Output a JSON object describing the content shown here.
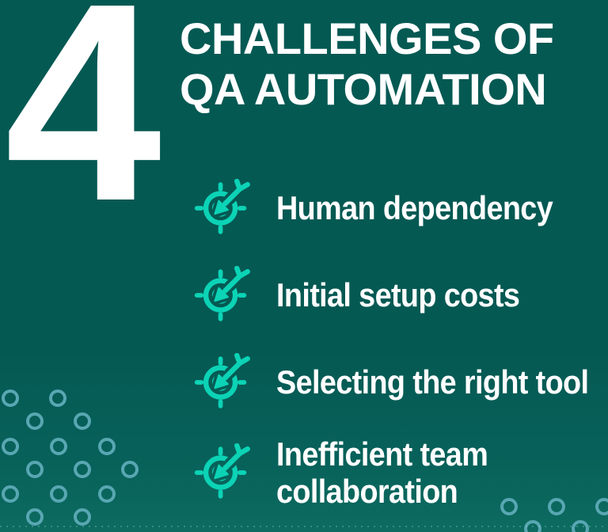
{
  "header": {
    "big_number": "4",
    "title_line1": "CHALLENGES OF",
    "title_line2": "QA AUTOMATION"
  },
  "items": [
    {
      "label": "Human dependency"
    },
    {
      "label": "Initial setup costs"
    },
    {
      "label": "Selecting the right tool"
    },
    {
      "label": "Inefficient team collaboration"
    }
  ],
  "icons": {
    "bullet": "target-arrow-icon"
  },
  "colors": {
    "background": "#055953",
    "background_bottom": "#0d6b60",
    "accent": "#0cd3b6",
    "decor_circle": "#58a7b2",
    "text": "#ffffff"
  }
}
